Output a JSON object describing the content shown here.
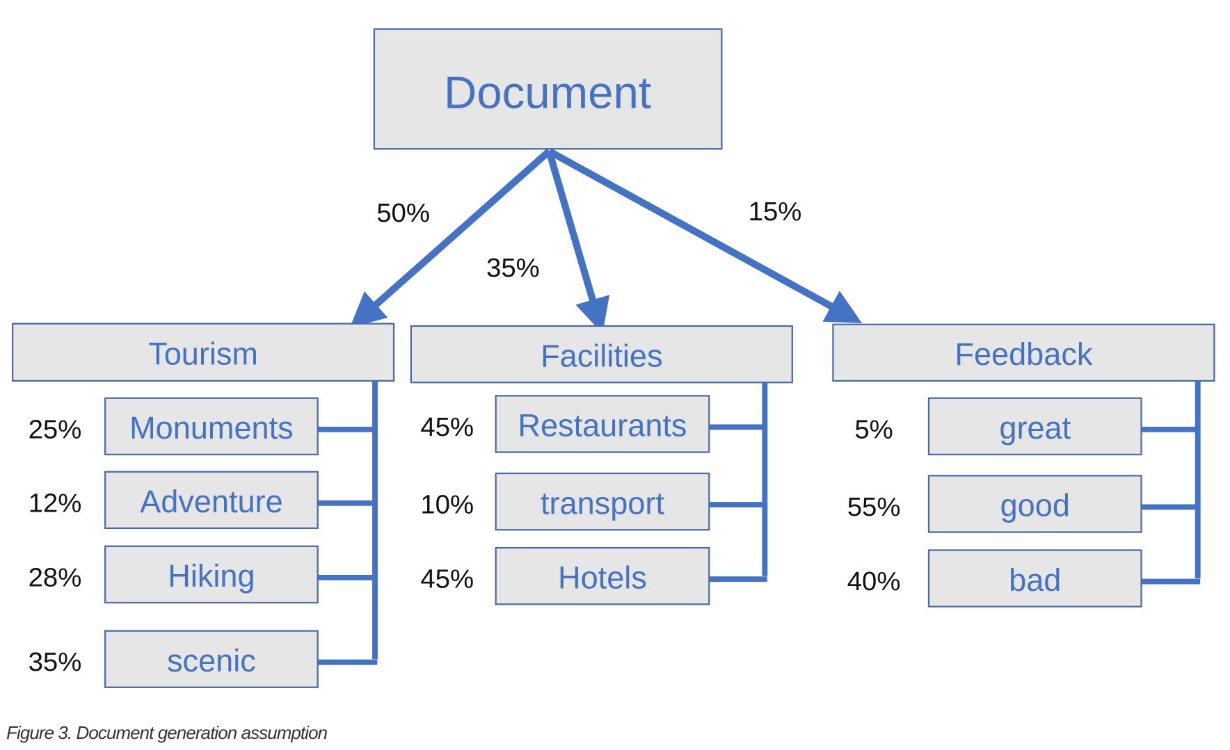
{
  "root": {
    "label": "Document"
  },
  "accent_color": "#4472c4",
  "categories": [
    {
      "label": "Tourism",
      "percent": "50%",
      "children": [
        {
          "label": "Monuments",
          "percent": "25%"
        },
        {
          "label": "Adventure",
          "percent": "12%"
        },
        {
          "label": "Hiking",
          "percent": "28%"
        },
        {
          "label": "scenic",
          "percent": "35%"
        }
      ]
    },
    {
      "label": "Facilities",
      "percent": "35%",
      "children": [
        {
          "label": "Restaurants",
          "percent": "45%"
        },
        {
          "label": "transport",
          "percent": "10%"
        },
        {
          "label": "Hotels",
          "percent": "45%"
        }
      ]
    },
    {
      "label": "Feedback",
      "percent": "15%",
      "children": [
        {
          "label": "great",
          "percent": "5%"
        },
        {
          "label": "good",
          "percent": "55%"
        },
        {
          "label": "bad",
          "percent": "40%"
        }
      ]
    }
  ],
  "caption": "Figure 3. Document generation assumption"
}
